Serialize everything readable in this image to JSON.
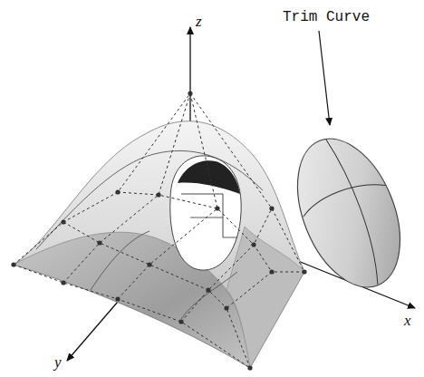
{
  "diagram": {
    "labels": [
      "Trim Curve",
      "z",
      "y",
      "x"
    ]
  }
}
